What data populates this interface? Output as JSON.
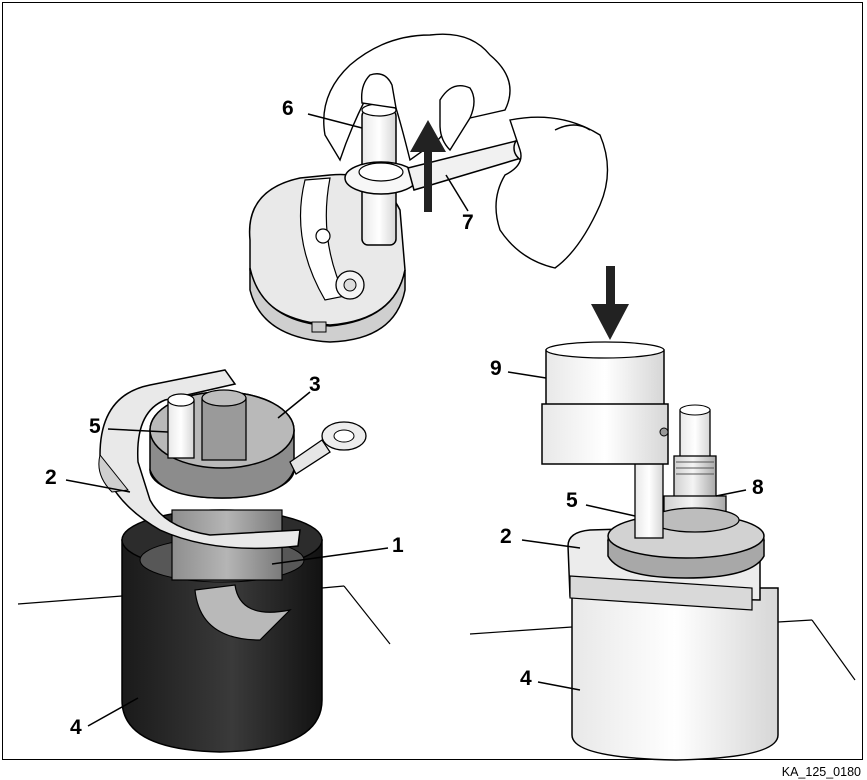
{
  "figure": {
    "code": "KA_125_0180"
  },
  "callouts": {
    "top_6": "6",
    "top_7": "7",
    "left_5": "5",
    "left_3": "3",
    "left_2": "2",
    "left_1": "1",
    "left_4": "4",
    "right_9": "9",
    "right_5": "5",
    "right_8": "8",
    "right_2": "2",
    "right_4": "4"
  },
  "arrows": {
    "top_lift": "up",
    "press_force": "down"
  }
}
